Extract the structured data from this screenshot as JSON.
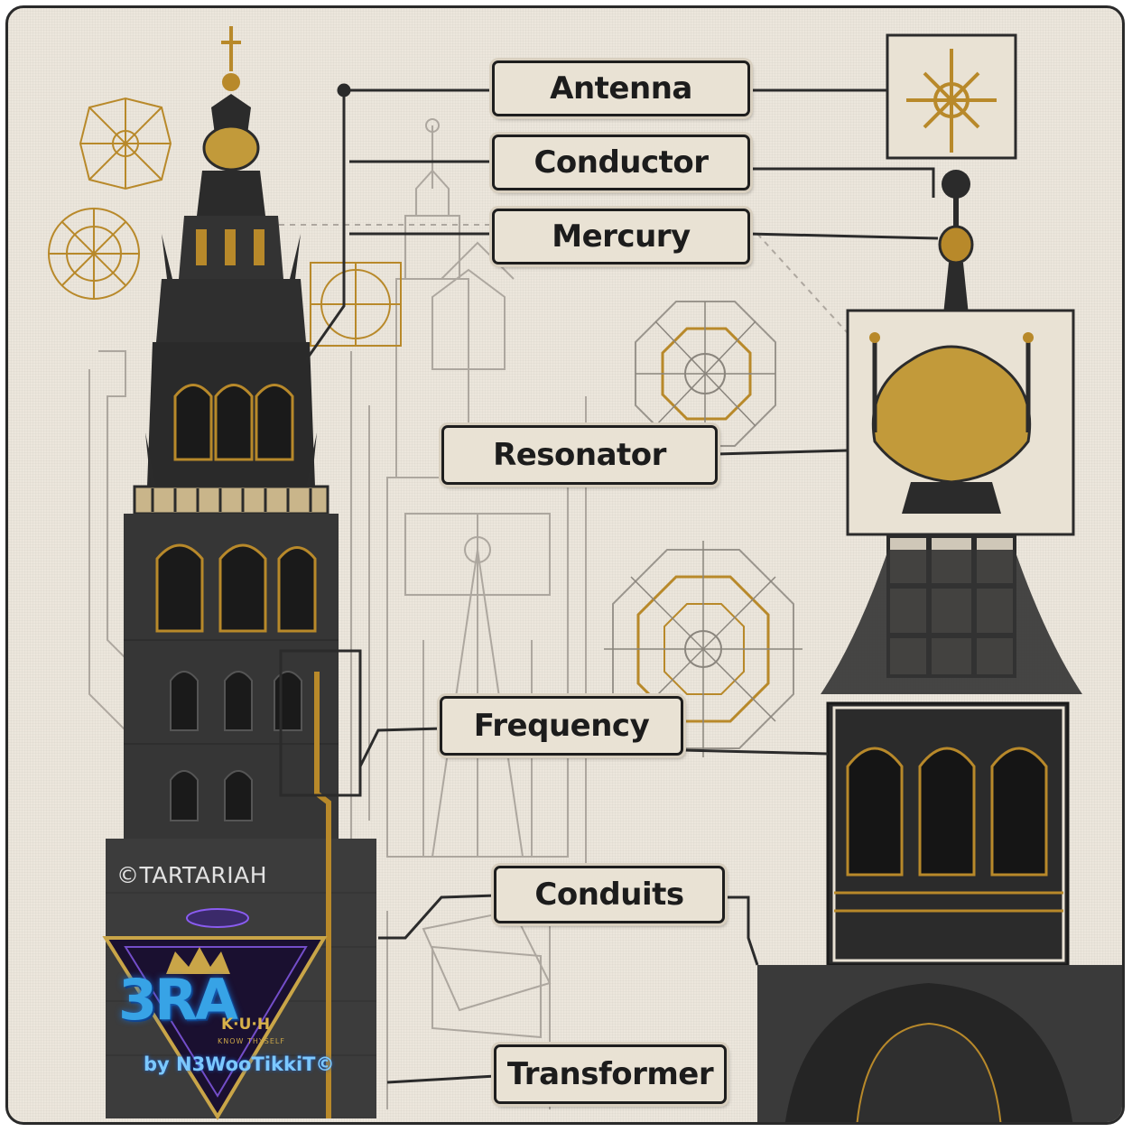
{
  "labels": [
    {
      "id": "antenna",
      "text": "Antenna"
    },
    {
      "id": "conductor",
      "text": "Conductor"
    },
    {
      "id": "mercury",
      "text": "Mercury"
    },
    {
      "id": "resonator",
      "text": "Resonator"
    },
    {
      "id": "frequency",
      "text": "Frequency"
    },
    {
      "id": "conduits",
      "text": "Conduits"
    },
    {
      "id": "transformer",
      "text": "Transformer"
    }
  ],
  "watermark": "©TARTARIAH",
  "logo": {
    "mark": "3RA",
    "name": "K·U·H",
    "tagline": "KNOW THYSELF",
    "byline": "by N3WooTikkiT©"
  },
  "colors": {
    "fabric": "#ece6dc",
    "thread_dark": "#2b2b2b",
    "thread_gold": "#b8892a",
    "label_fill": "#e9e2d4",
    "sketch_gray": "#9a958d"
  }
}
